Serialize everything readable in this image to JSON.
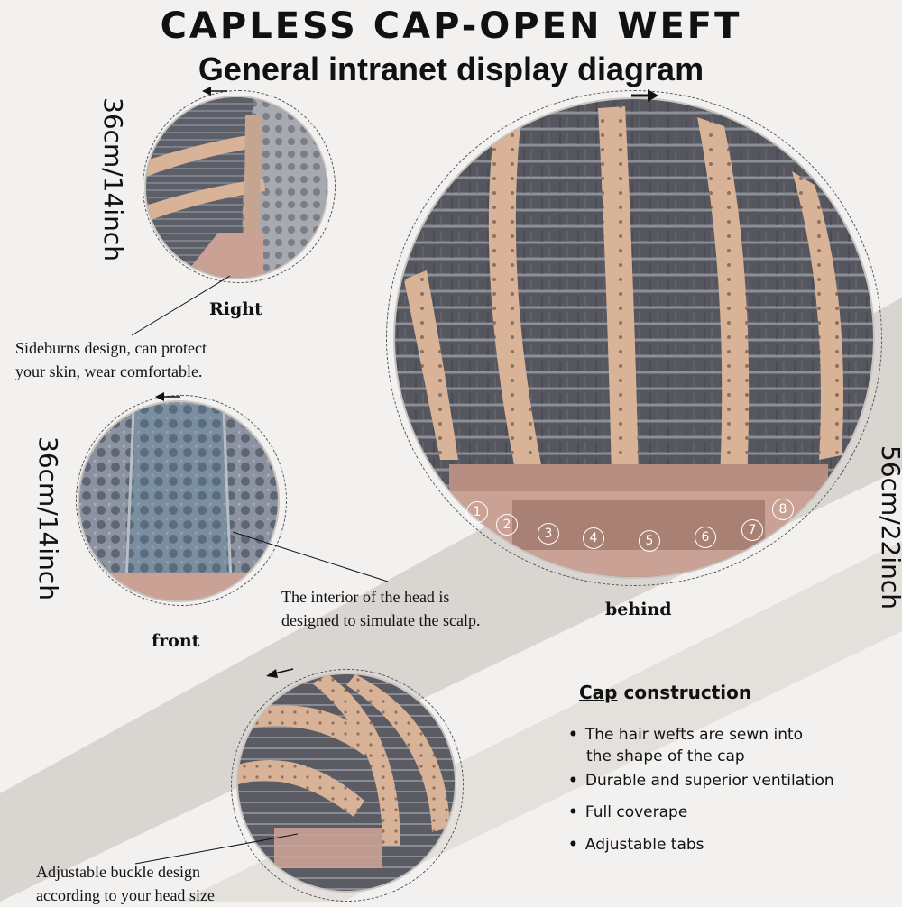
{
  "header": {
    "title": "CAPLESS CAP-OPEN WEFT",
    "subtitle": "General intranet display diagram"
  },
  "views": {
    "right": {
      "label": "Right",
      "size": "36cm/14inch"
    },
    "front": {
      "label": "front",
      "size": "36cm/14inch"
    },
    "behind": {
      "label": "behind",
      "size": "56cm/22inch"
    }
  },
  "notes": {
    "sideburns": [
      "Sideburns design, can protect",
      "your skin, wear comfortable."
    ],
    "interior": [
      "The interior of the head is",
      "designed to simulate the scalp."
    ],
    "buckle": [
      "Adjustable buckle design",
      "according to your head size"
    ]
  },
  "tabs": [
    "1",
    "2",
    "3",
    "4",
    "5",
    "6",
    "7",
    "8"
  ],
  "construction": {
    "title_part1": "Cap",
    "title_part2": " construction",
    "bullets": [
      [
        "The hair wefts are sewn into",
        "the shape of the cap"
      ],
      [
        "Durable and superior ventilation"
      ],
      [
        "Full coverape"
      ],
      [
        "Adjustable tabs"
      ]
    ]
  },
  "colors": {
    "hair": "#5e5f66",
    "lace": "#d8b398",
    "band": "#c9a195",
    "scalp_blue": "#4d7fa0"
  }
}
